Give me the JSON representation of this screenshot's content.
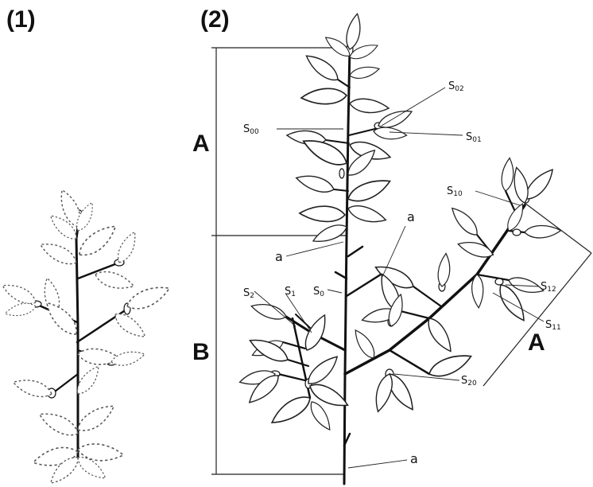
{
  "panels": {
    "panel1_label": "(1)",
    "panel2_label": "(2)"
  },
  "sections": {
    "a_upper": "A",
    "b_lower": "B",
    "a_branch": "A"
  },
  "labels": {
    "s00": {
      "main": "S",
      "sub": "00"
    },
    "s01": {
      "main": "S",
      "sub": "01"
    },
    "s02": {
      "main": "S",
      "sub": "02"
    },
    "s10": {
      "main": "S",
      "sub": "10"
    },
    "s11": {
      "main": "S",
      "sub": "11"
    },
    "s12": {
      "main": "S",
      "sub": "12"
    },
    "s0": {
      "main": "S",
      "sub": "0"
    },
    "s1": {
      "main": "S",
      "sub": "1"
    },
    "s2": {
      "main": "S",
      "sub": "2"
    },
    "s20": {
      "main": "S",
      "sub": "20"
    },
    "a_mid": "a",
    "a_left": "a",
    "a_bottom": "a"
  }
}
